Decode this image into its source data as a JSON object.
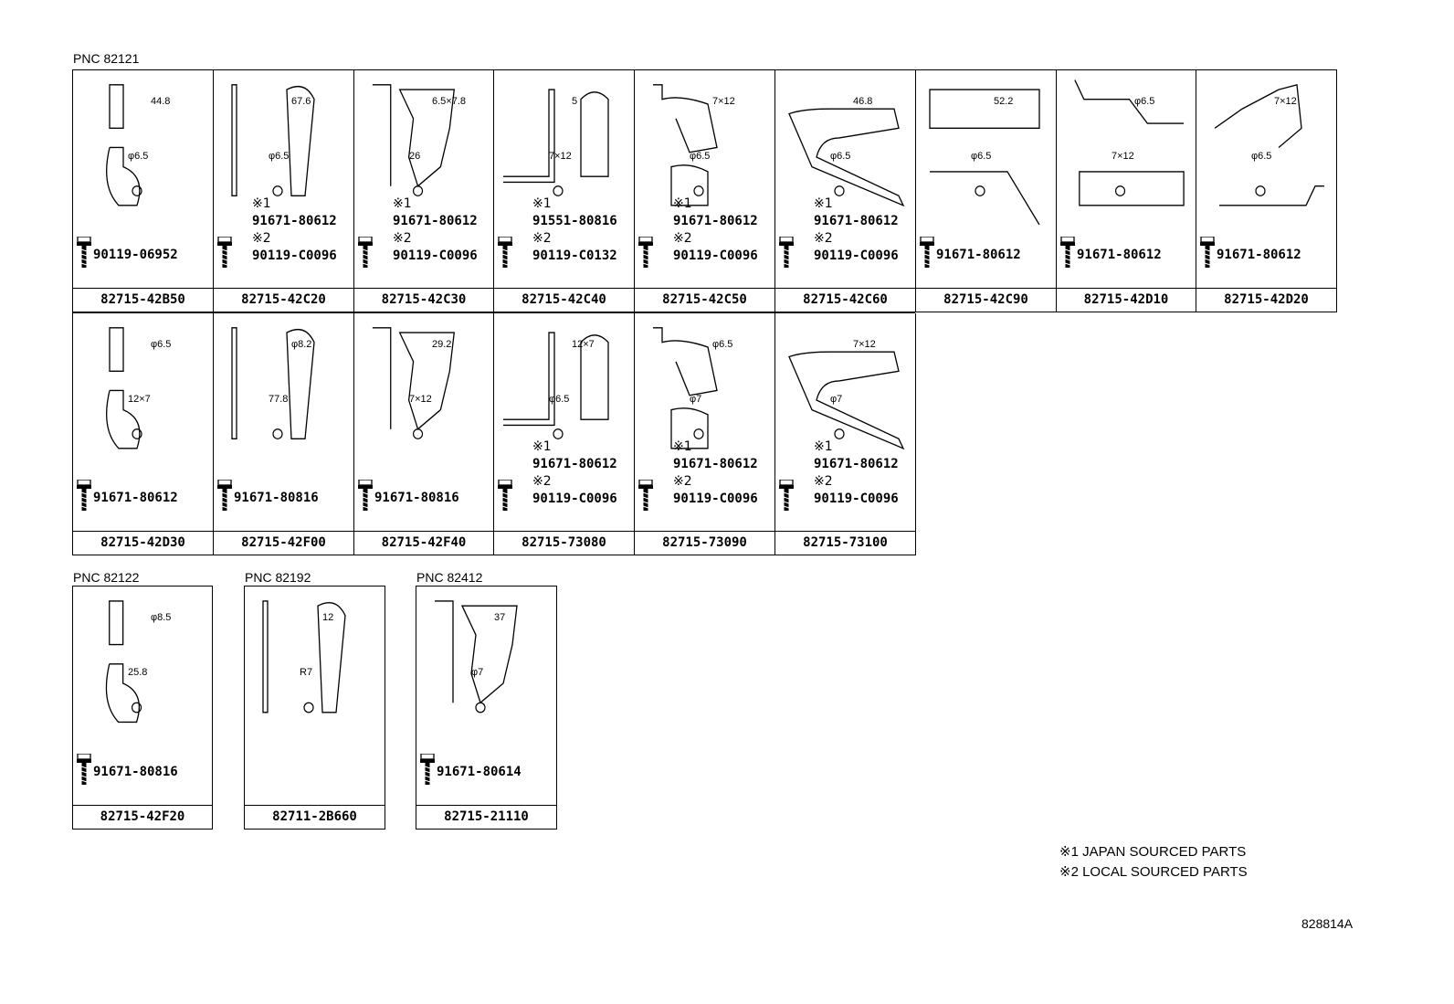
{
  "groups": [
    {
      "pnc": "PNC 82121"
    },
    {
      "pnc": "PNC 82122"
    },
    {
      "pnc": "PNC 82192"
    },
    {
      "pnc": "PNC 82412"
    }
  ],
  "row1": [
    {
      "part": "82715-42B50",
      "bolt": "90119-06952",
      "dims": [
        "44.8",
        "φ6.5"
      ]
    },
    {
      "part": "82715-42C20",
      "m1": "※1",
      "b1": "91671-80612",
      "m2": "※2",
      "b2": "90119-C0096",
      "dims": [
        "67.6",
        "φ6.5"
      ]
    },
    {
      "part": "82715-42C30",
      "m1": "※1",
      "b1": "91671-80612",
      "m2": "※2",
      "b2": "90119-C0096",
      "dims": [
        "6.5×7.8",
        "26"
      ]
    },
    {
      "part": "82715-42C40",
      "m1": "※1",
      "b1": "91551-80816",
      "m2": "※2",
      "b2": "90119-C0132",
      "dims": [
        "5",
        "7×12"
      ]
    },
    {
      "part": "82715-42C50",
      "m1": "※1",
      "b1": "91671-80612",
      "m2": "※2",
      "b2": "90119-C0096",
      "dims": [
        "7×12",
        "φ6.5"
      ]
    },
    {
      "part": "82715-42C60",
      "m1": "※1",
      "b1": "91671-80612",
      "m2": "※2",
      "b2": "90119-C0096",
      "dims": [
        "46.8",
        "φ6.5"
      ]
    },
    {
      "part": "82715-42C90",
      "bolt": "91671-80612",
      "dims": [
        "52.2",
        "φ6.5"
      ]
    },
    {
      "part": "82715-42D10",
      "bolt": "91671-80612",
      "dims": [
        "φ6.5",
        "7×12"
      ]
    },
    {
      "part": "82715-42D20",
      "bolt": "91671-80612",
      "dims": [
        "7×12",
        "φ6.5"
      ]
    }
  ],
  "row2": [
    {
      "part": "82715-42D30",
      "bolt": "91671-80612",
      "dims": [
        "φ6.5",
        "12×7"
      ]
    },
    {
      "part": "82715-42F00",
      "bolt": "91671-80816",
      "dims": [
        "φ8.2",
        "77.8"
      ]
    },
    {
      "part": "82715-42F40",
      "bolt": "91671-80816",
      "dims": [
        "29.2",
        "7×12"
      ]
    },
    {
      "part": "82715-73080",
      "m1": "※1",
      "b1": "91671-80612",
      "m2": "※2",
      "b2": "90119-C0096",
      "dims": [
        "12×7",
        "φ6.5"
      ]
    },
    {
      "part": "82715-73090",
      "m1": "※1",
      "b1": "91671-80612",
      "m2": "※2",
      "b2": "90119-C0096",
      "dims": [
        "φ6.5",
        "φ7"
      ]
    },
    {
      "part": "82715-73100",
      "m1": "※1",
      "b1": "91671-80612",
      "m2": "※2",
      "b2": "90119-C0096",
      "dims": [
        "7×12",
        "φ7"
      ]
    }
  ],
  "row3": [
    {
      "part": "82715-42F20",
      "bolt": "91671-80816",
      "dims": [
        "φ8.5",
        "25.8"
      ]
    },
    {
      "part": "82711-2B660",
      "dims": [
        "12",
        "R7"
      ]
    },
    {
      "part": "82715-21110",
      "bolt": "91671-80614",
      "dims": [
        "37",
        "φ7"
      ]
    }
  ],
  "legend": {
    "l1": "※1 JAPAN SOURCED PARTS",
    "l2": "※2 LOCAL SOURCED PARTS"
  },
  "drawing_code": "828814A"
}
